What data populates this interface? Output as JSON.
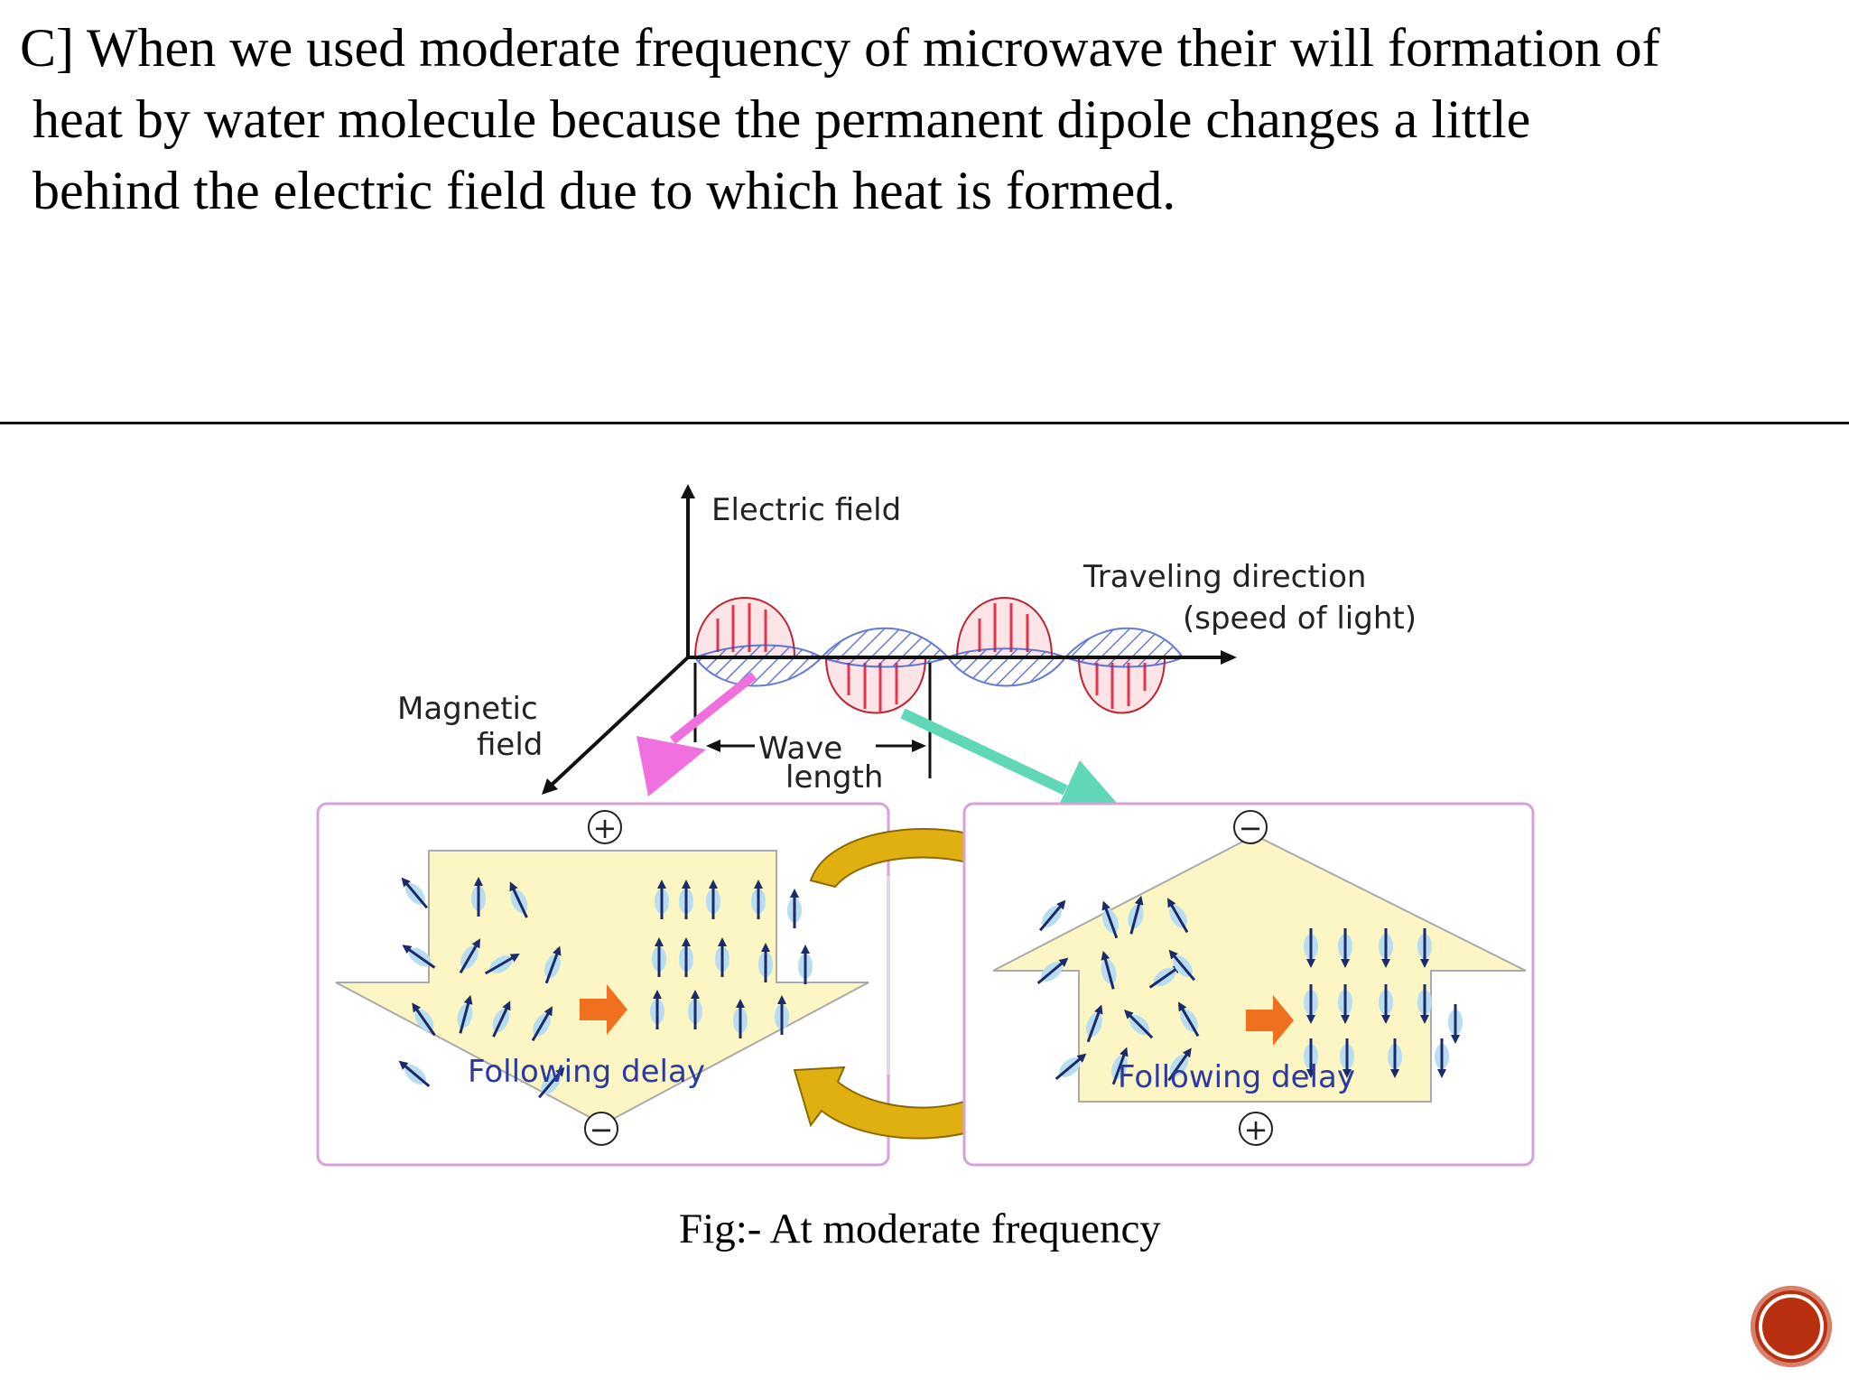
{
  "heading": {
    "lines": [
      "C] When we used moderate frequency of microwave their will formation of",
      "heat by water molecule  because the permanent dipole changes a little",
      "behind the electric field due to which heat is formed."
    ]
  },
  "diagram": {
    "electric_field_label": "Electric field",
    "traveling_direction_label": "Traveling direction",
    "speed_of_light_label": "(speed of light)",
    "magnetic_label_1": "Magnetic",
    "magnetic_label_2": "field",
    "wave_label": "Wave",
    "length_label": "length",
    "left_panel": {
      "top_sign": "+",
      "bottom_sign": "−",
      "delay_label": "Following delay"
    },
    "right_panel": {
      "top_sign": "−",
      "bottom_sign": "+",
      "delay_label": "Following delay"
    },
    "colors": {
      "positive_lobe": "#e8334a",
      "negative_lobe": "#3050c8",
      "panel_fill": "#fbf6c4",
      "panel_border": "#d8a0d8",
      "cycle_arrow": "#e0b010",
      "magenta_arrow": "#f070e0",
      "teal_arrow": "#60d8b8",
      "shift_arrow": "#f07020",
      "dipole_ball": "#b8dcf0"
    }
  },
  "caption": "Fig:- At moderate frequency",
  "nav_button": {
    "icon": "circle-next-icon"
  }
}
